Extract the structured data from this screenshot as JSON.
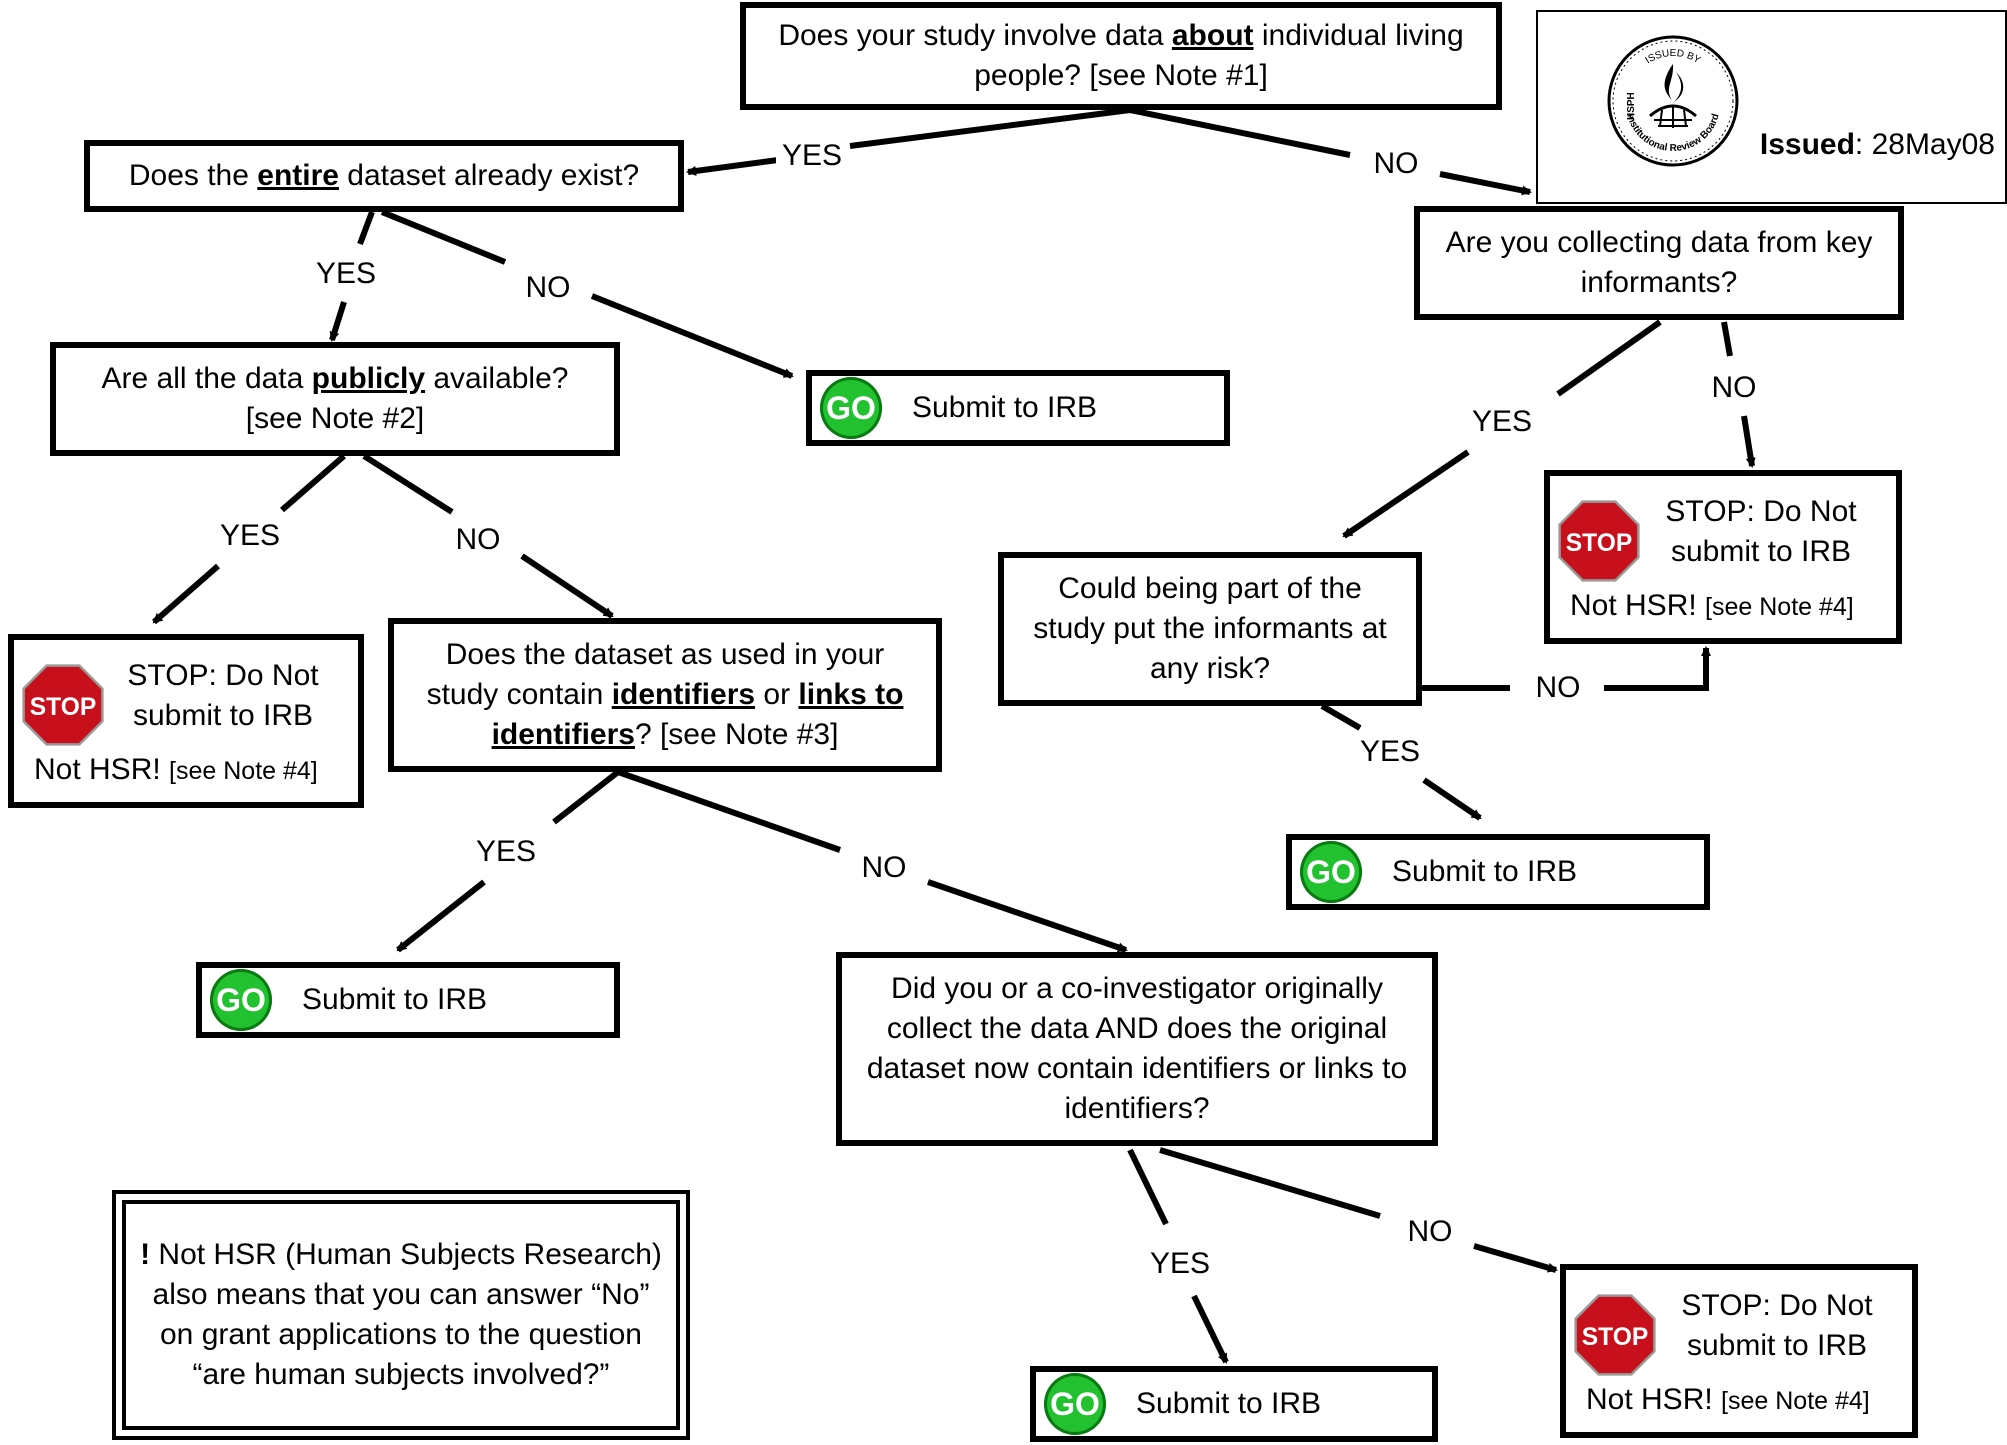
{
  "nodes": {
    "q1": {
      "pre": "Does your study involve data ",
      "em": "about",
      "post": " individual living people? [see Note #1]"
    },
    "q2": {
      "pre": "Does the ",
      "em": "entire",
      "post": " dataset already exist?"
    },
    "q3": {
      "pre": "Are all the data ",
      "em": "publicly",
      "post": " available? [see Note #2]"
    },
    "q4": {
      "pre": "Does the dataset as used in your study contain ",
      "em1": "identifiers",
      "mid": " or ",
      "em2": "links to identifiers",
      "post": "? [see Note #3]"
    },
    "q5": {
      "text": "Did you or a co-investigator originally collect the data AND does the original dataset now contain identifiers or links to identifiers?"
    },
    "q6": {
      "text": "Are you collecting data from key informants?"
    },
    "q7": {
      "text": "Could being part of the study put the informants at any risk?"
    }
  },
  "go": {
    "badge": "GO",
    "label": "Submit to IRB"
  },
  "stop": {
    "sign": "STOP",
    "line1": "STOP: Do Not submit to IRB",
    "not_hsr": "Not HSR!",
    "note": "[see Note #4]"
  },
  "edge_labels": {
    "yes": "YES",
    "no": "NO"
  },
  "footnote": {
    "bang": "!",
    "text": " Not HSR (Human Subjects Research) also means that you can answer “No” on grant applications to the question “are human subjects involved?”"
  },
  "issued": {
    "seal_top": "ISSUED BY",
    "seal_left": "HSPH",
    "seal_right": "Institutional Review Board",
    "key": "Issued",
    "value": ": 28May08"
  }
}
